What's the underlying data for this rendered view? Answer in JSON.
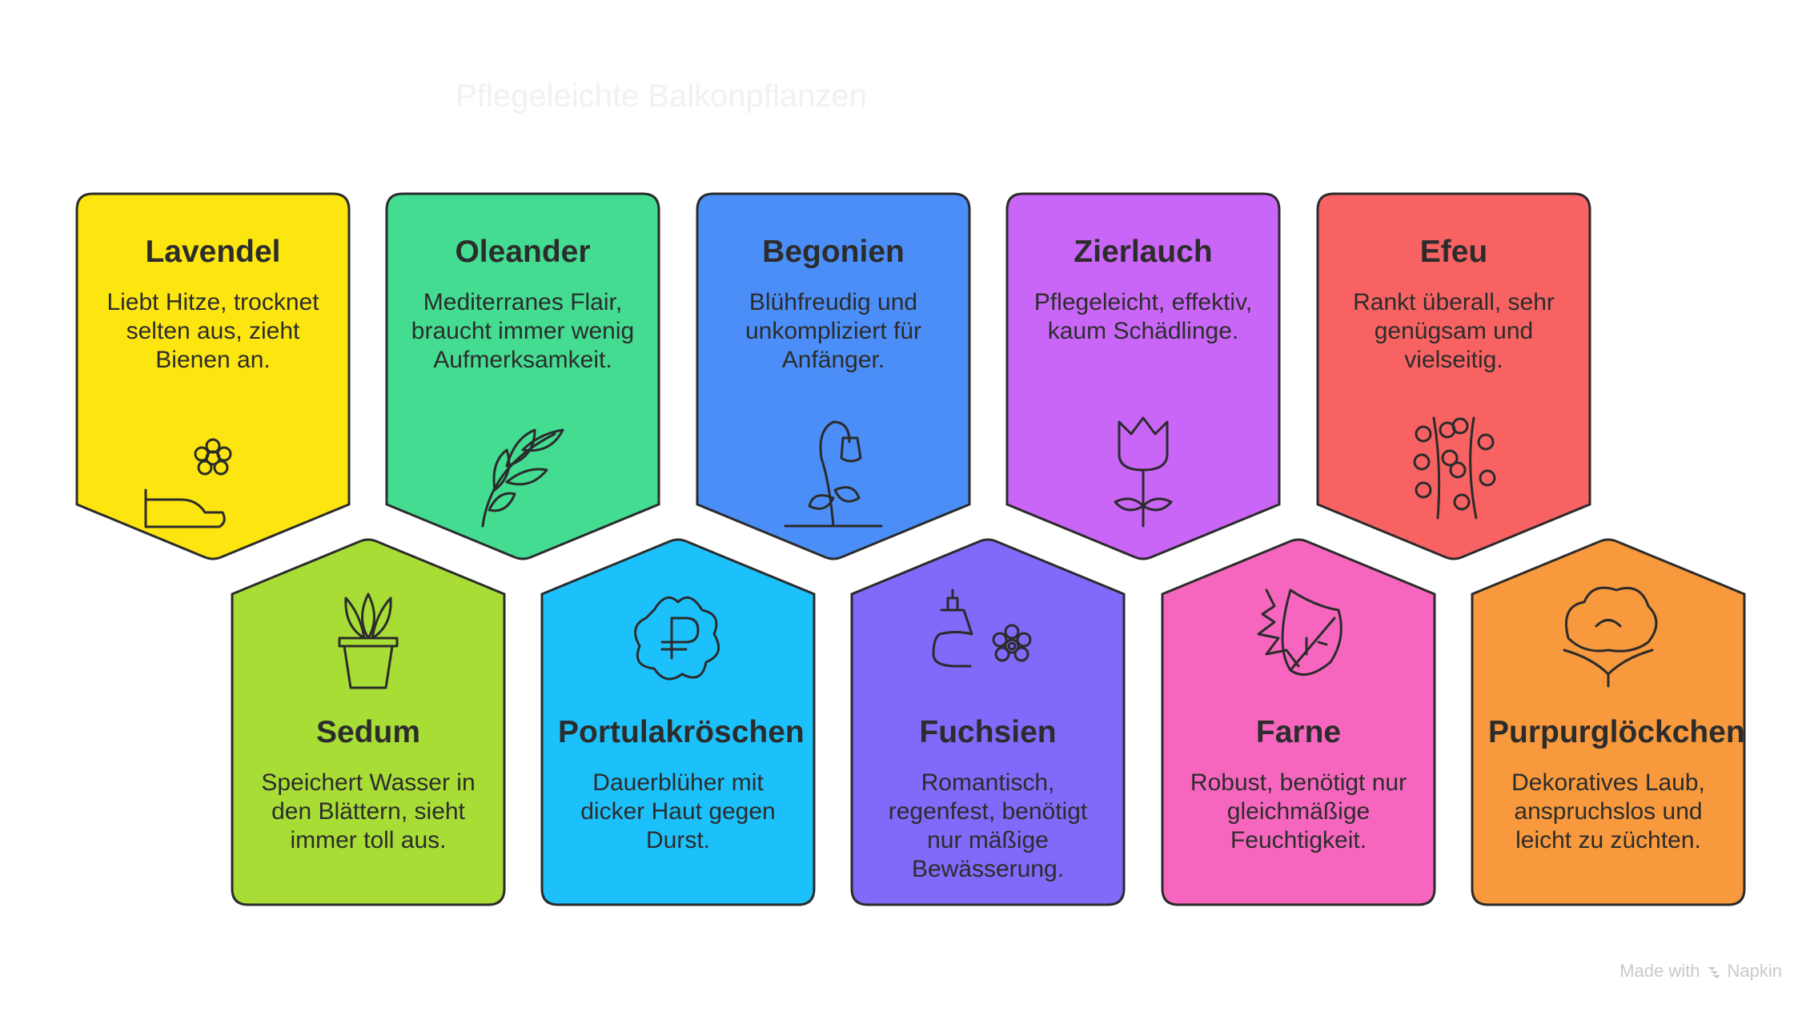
{
  "title": "Pflegeleichte Balkonpflanzen",
  "watermark": {
    "prefix": "Made with",
    "brand": "Napkin"
  },
  "cards_top": [
    {
      "name": "Lavendel",
      "desc": "Liebt Hitze, trocknet selten aus, zieht Bienen an.",
      "color": "#FDE60F",
      "icon": "hand-flower-icon"
    },
    {
      "name": "Oleander",
      "desc": "Mediterranes Flair, braucht immer wenig Aufmerksamkeit.",
      "color": "#43DC91",
      "icon": "branch-leaves-icon"
    },
    {
      "name": "Begonien",
      "desc": "Blühfreudig und unkompliziert für Anfänger.",
      "color": "#4C8EF8",
      "icon": "wilting-flower-icon"
    },
    {
      "name": "Zierlauch",
      "desc": "Pflegeleicht, effektiv, kaum Schädlinge.",
      "color": "#C966F7",
      "icon": "tulip-icon"
    },
    {
      "name": "Efeu",
      "desc": "Rankt überall, sehr genügsam und vielseitig.",
      "color": "#F96262",
      "icon": "ivy-icon"
    }
  ],
  "cards_bottom": [
    {
      "name": "Sedum",
      "desc": "Speichert Wasser in den Blättern, sieht immer toll aus.",
      "color": "#A8DD36",
      "icon": "potted-plant-icon"
    },
    {
      "name": "Portulakröschen",
      "desc": "Dauerblüher mit dicker Haut gegen Durst.",
      "color": "#1CC1FB",
      "icon": "ruble-flower-icon"
    },
    {
      "name": "Fuchsien",
      "desc": "Romantisch, regenfest, benötigt nur mäßige Bewässerung.",
      "color": "#8169F9",
      "icon": "spray-flower-icon"
    },
    {
      "name": "Farne",
      "desc": "Robust, benötigt nur gleichmäßige Feuchtigkeit.",
      "color": "#F666BE",
      "icon": "leaves-icon"
    },
    {
      "name": "Purpurglöckchen",
      "desc": "Dekoratives Laub, anspruchslos und leicht zu züchten.",
      "color": "#F7993C",
      "icon": "tree-icon"
    }
  ]
}
